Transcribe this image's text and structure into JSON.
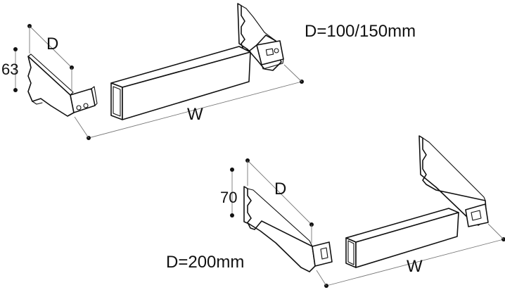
{
  "diagrams": {
    "top": {
      "height_label": "63",
      "depth_label": "D",
      "width_label": "W",
      "size_note": "D=100/150mm"
    },
    "bottom": {
      "height_label": "70",
      "depth_label": "D",
      "width_label": "W",
      "size_note": "D=200mm"
    }
  },
  "colors": {
    "ink": "#111111",
    "dimension_line": "#777777",
    "background": "#ffffff"
  }
}
